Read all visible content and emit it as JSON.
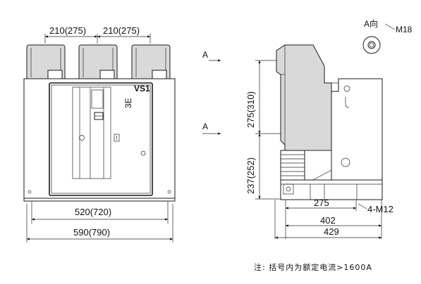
{
  "front_view": {
    "model_label": "VS1",
    "brand_mark": "3E",
    "dim_pole_left": "210(275)",
    "dim_pole_right": "210(275)",
    "dim_inner_width": "520(720)",
    "dim_outer_width": "590(790)"
  },
  "side_view": {
    "view_arrow_upper": "A",
    "view_arrow_lower": "A",
    "dim_upper_height": "275(310)",
    "dim_lower_height": "237(252)",
    "dim_275": "275",
    "dim_402": "402",
    "dim_429": "429",
    "bolt_label": "4-M12"
  },
  "detail_view": {
    "title": "A向",
    "thread_label": "M18"
  },
  "note": "注: 括号内为额定电流>1600A"
}
